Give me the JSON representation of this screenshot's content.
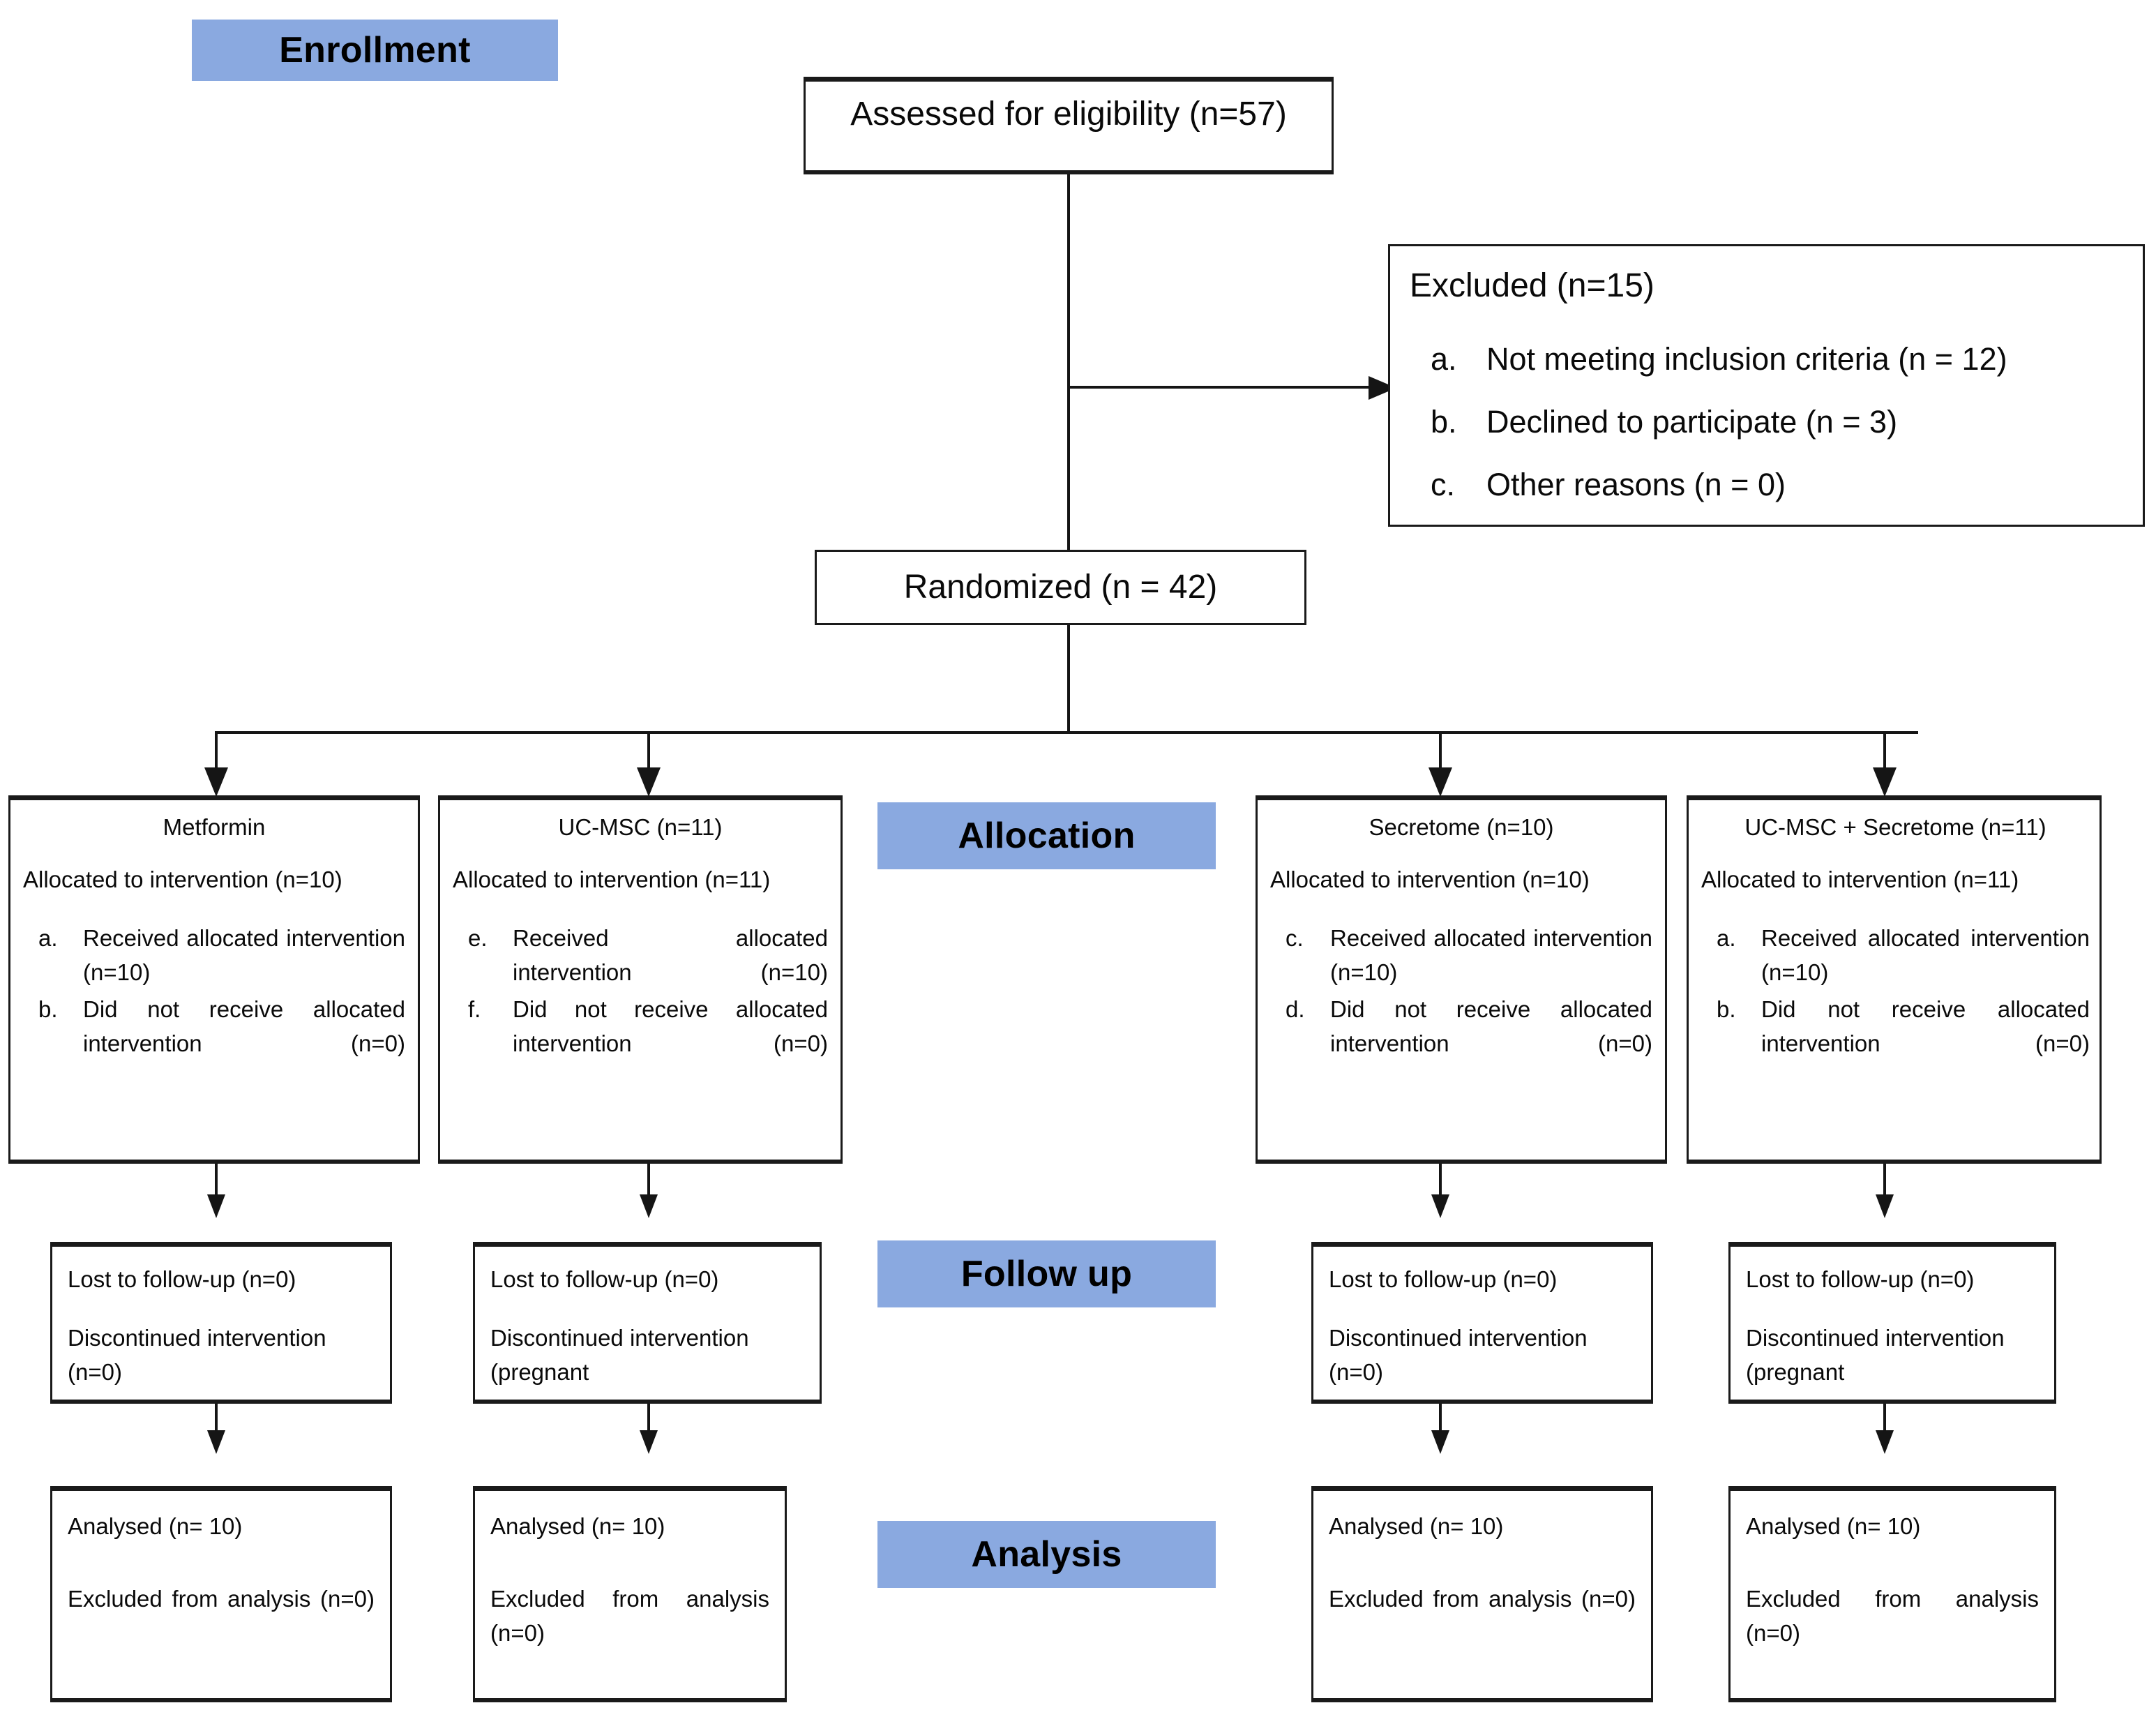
{
  "diagram": {
    "type": "consort-flow-diagram",
    "accent_color": "#8aa9e0",
    "line_color": "#151515",
    "background": "#ffffff"
  },
  "phases": {
    "enrollment": "Enrollment",
    "allocation": "Allocation",
    "follow_up": "Follow up",
    "analysis": "Analysis"
  },
  "enrollment": {
    "assessed": "Assessed for eligibility (n=57)",
    "excluded_title": "Excluded (n=15)",
    "excluded_reasons": [
      {
        "marker": "a.",
        "text": "Not meeting inclusion criteria (n = 12)"
      },
      {
        "marker": "b.",
        "text": "Declined to participate (n = 3)"
      },
      {
        "marker": "c.",
        "text": "Other reasons (n = 0)"
      }
    ],
    "randomized": "Randomized (n = 42)"
  },
  "arms": [
    {
      "title": "Metformin",
      "allocated": "Allocated to intervention (n=10)",
      "items": [
        {
          "marker": "a.",
          "text": "Received allocated intervention (n=10)"
        },
        {
          "marker": "b.",
          "text": "Did not receive allocated intervention (n=0)"
        }
      ],
      "followup": {
        "lost": "Lost to follow-up (n=0)",
        "discontinued": "Discontinued intervention (n=0)"
      },
      "analysis": {
        "analysed": "Analysed (n= 10)",
        "excluded": "Excluded from analysis (n=0)"
      }
    },
    {
      "title": "UC-MSC (n=11)",
      "allocated": "Allocated to intervention (n=11)",
      "items": [
        {
          "marker": "e.",
          "text": "Received allocated intervention (n=10)"
        },
        {
          "marker": "f.",
          "text": "Did not receive allocated intervention (n=0)"
        }
      ],
      "followup": {
        "lost": "Lost to follow-up (n=0)",
        "discontinued": "Discontinued intervention (pregnant"
      },
      "analysis": {
        "analysed": "Analysed (n= 10)",
        "excluded": "Excluded from analysis (n=0)"
      }
    },
    {
      "title": "Secretome (n=10)",
      "allocated": "Allocated to intervention (n=10)",
      "items": [
        {
          "marker": "c.",
          "text": "Received allocated intervention (n=10)"
        },
        {
          "marker": "d.",
          "text": "Did not receive allocated intervention (n=0)"
        }
      ],
      "followup": {
        "lost": "Lost to follow-up (n=0)",
        "discontinued": "Discontinued intervention (n=0)"
      },
      "analysis": {
        "analysed": "Analysed (n= 10)",
        "excluded": "Excluded from analysis (n=0)"
      }
    },
    {
      "title": "UC-MSC + Secretome (n=11)",
      "allocated": "Allocated to intervention (n=11)",
      "items": [
        {
          "marker": "a.",
          "text": "Received allocated intervention (n=10)"
        },
        {
          "marker": "b.",
          "text": "Did not receive allocated intervention (n=0)"
        }
      ],
      "followup": {
        "lost": "Lost to follow-up (n=0)",
        "discontinued": "Discontinued intervention (pregnant"
      },
      "analysis": {
        "analysed": "Analysed (n= 10)",
        "excluded": "Excluded from analysis (n=0)"
      }
    }
  ],
  "split_text": {
    "received_a": "Received",
    "received_b": "allocated",
    "received_c": "intervention (n=10)",
    "didnot_a": "Did not receive allocated",
    "didnot_b": "intervention (n=0)",
    "disc_word": "Discontinued",
    "excl_a": "Excluded",
    "excl_b": "from",
    "excl_c": "analysis (n=0)"
  }
}
